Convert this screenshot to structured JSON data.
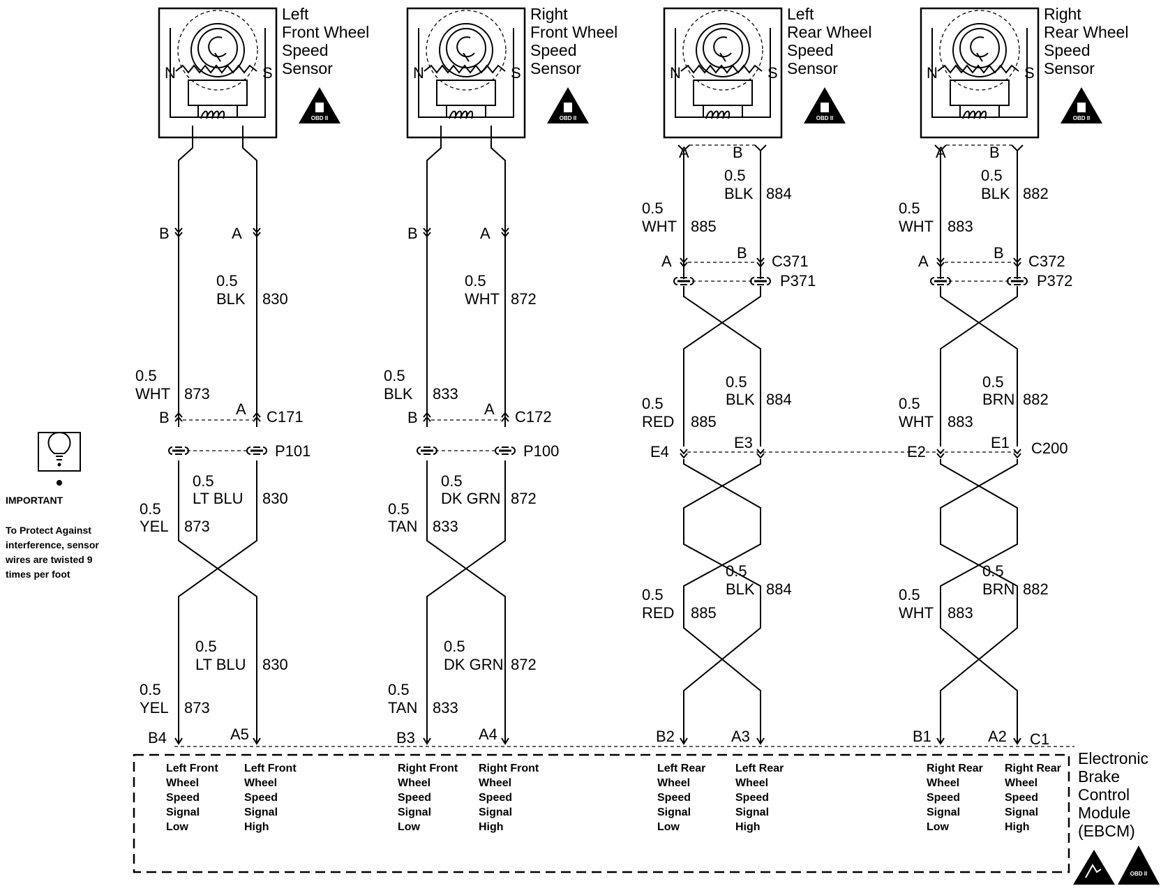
{
  "sensors": [
    {
      "title": [
        "Left",
        "Front Wheel",
        "Speed",
        "Sensor"
      ],
      "pole_n": "N",
      "pole_s": "S",
      "badge": "OBD II"
    },
    {
      "title": [
        "Right",
        "Front Wheel",
        "Speed",
        "Sensor"
      ],
      "pole_n": "N",
      "pole_s": "S",
      "badge": "OBD II"
    },
    {
      "title": [
        "Left",
        "Rear Wheel",
        "Speed",
        "Sensor"
      ],
      "pole_n": "N",
      "pole_s": "S",
      "badge": "OBD II",
      "pin_a": "A",
      "pin_b": "B"
    },
    {
      "title": [
        "Right",
        "Rear Wheel",
        "Speed",
        "Sensor"
      ],
      "pole_n": "N",
      "pole_s": "S",
      "badge": "OBD II",
      "pin_a": "A",
      "pin_b": "B"
    }
  ],
  "front": [
    {
      "pin_b": "B",
      "pin_a": "A",
      "seg1_right": {
        "size": "0.5",
        "color": "BLK",
        "circuit": "830"
      },
      "seg1_left": {
        "size": "0.5",
        "color": "WHT",
        "circuit": "873"
      },
      "conn_b": "B",
      "conn_a": "A",
      "connector": "C171",
      "plug": "P101",
      "seg2_right": {
        "size": "0.5",
        "color": "LT BLU",
        "circuit": "830"
      },
      "seg2_left": {
        "size": "0.5",
        "color": "YEL",
        "circuit": "873"
      },
      "seg3_right": {
        "size": "0.5",
        "color": "LT BLU",
        "circuit": "830"
      },
      "seg3_left": {
        "size": "0.5",
        "color": "YEL",
        "circuit": "873"
      },
      "ebcm_pin_left": "B4",
      "ebcm_pin_right": "A5"
    },
    {
      "pin_b": "B",
      "pin_a": "A",
      "seg1_right": {
        "size": "0.5",
        "color": "WHT",
        "circuit": "872"
      },
      "seg1_left": {
        "size": "0.5",
        "color": "BLK",
        "circuit": "833"
      },
      "conn_b": "B",
      "conn_a": "A",
      "connector": "C172",
      "plug": "P100",
      "seg2_right": {
        "size": "0.5",
        "color": "DK GRN",
        "circuit": "872"
      },
      "seg2_left": {
        "size": "0.5",
        "color": "TAN",
        "circuit": "833"
      },
      "seg3_right": {
        "size": "0.5",
        "color": "DK GRN",
        "circuit": "872"
      },
      "seg3_left": {
        "size": "0.5",
        "color": "TAN",
        "circuit": "833"
      },
      "ebcm_pin_left": "B3",
      "ebcm_pin_right": "A4"
    }
  ],
  "rear": [
    {
      "seg1_right": {
        "size": "0.5",
        "color": "BLK",
        "circuit": "884"
      },
      "seg1_left": {
        "size": "0.5",
        "color": "WHT",
        "circuit": "885"
      },
      "conn_a": "A",
      "conn_b": "B",
      "connector": "C371",
      "plug": "P371",
      "seg2_right": {
        "size": "0.5",
        "color": "BLK",
        "circuit": "884"
      },
      "seg2_left": {
        "size": "0.5",
        "color": "RED",
        "circuit": "885"
      },
      "c200_left": "E4",
      "c200_right": "E3",
      "seg3_right": {
        "size": "0.5",
        "color": "BLK",
        "circuit": "884"
      },
      "seg3_left": {
        "size": "0.5",
        "color": "RED",
        "circuit": "885"
      },
      "ebcm_pin_left": "B2",
      "ebcm_pin_right": "A3"
    },
    {
      "seg1_right": {
        "size": "0.5",
        "color": "BLK",
        "circuit": "882"
      },
      "seg1_left": {
        "size": "0.5",
        "color": "WHT",
        "circuit": "883"
      },
      "conn_a": "A",
      "conn_b": "B",
      "connector": "C372",
      "plug": "P372",
      "seg2_right": {
        "size": "0.5",
        "color": "BRN",
        "circuit": "882"
      },
      "seg2_left": {
        "size": "0.5",
        "color": "WHT",
        "circuit": "883"
      },
      "c200_left": "E2",
      "c200_right": "E1",
      "seg3_right": {
        "size": "0.5",
        "color": "BRN",
        "circuit": "882"
      },
      "seg3_left": {
        "size": "0.5",
        "color": "WHT",
        "circuit": "883"
      },
      "ebcm_pin_left": "B1",
      "ebcm_pin_right": "A2"
    }
  ],
  "c200": "C200",
  "c1": "C1",
  "important": {
    "title": "IMPORTANT",
    "text": [
      "To Protect Against",
      "interference, sensor",
      "wires are twisted 9",
      "times per foot"
    ]
  },
  "ebcm": {
    "title": [
      "Electronic",
      "Brake",
      "Control",
      "Module",
      "(EBCM)"
    ],
    "badge": "OBD II",
    "signals": [
      [
        "Left Front",
        "Wheel",
        "Speed",
        "Signal",
        "Low"
      ],
      [
        "Left Front",
        "Wheel",
        "Speed",
        "Signal",
        "High"
      ],
      [
        "Right Front",
        "Wheel",
        "Speed",
        "Signal",
        "Low"
      ],
      [
        "Right Front",
        "Wheel",
        "Speed",
        "Signal",
        "High"
      ],
      [
        "Left Rear",
        "Wheel",
        "Speed",
        "Signal",
        "Low"
      ],
      [
        "Left Rear",
        "Wheel",
        "Speed",
        "Signal",
        "High"
      ],
      [
        "Right Rear",
        "Wheel",
        "Speed",
        "Signal",
        "Low"
      ],
      [
        "Right Rear",
        "Wheel",
        "Speed",
        "Signal",
        "High"
      ]
    ]
  }
}
